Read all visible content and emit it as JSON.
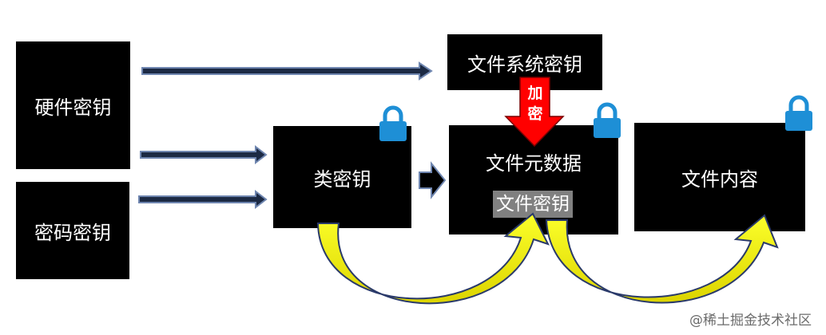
{
  "nodes": {
    "hardware_key": "硬件密钥",
    "password_key": "密码密钥",
    "class_key": "类密钥",
    "filesystem_key": "文件系统密钥",
    "file_metadata": "文件元数据",
    "file_key": "文件密钥",
    "file_content": "文件内容"
  },
  "encrypt_label_1": "加",
  "encrypt_label_2": "密",
  "watermark": "@稀土掘金技术社区",
  "icons": [
    "lock-icon-class-key",
    "lock-icon-metadata",
    "lock-icon-content"
  ],
  "colors": {
    "box": "#000000",
    "arrow_dark": "#1c2a44",
    "lock": "#1e8fd6",
    "encrypt_arrow": "#ff0000",
    "curve_arrow": "#e8e400",
    "file_key_chip": "#808080"
  }
}
